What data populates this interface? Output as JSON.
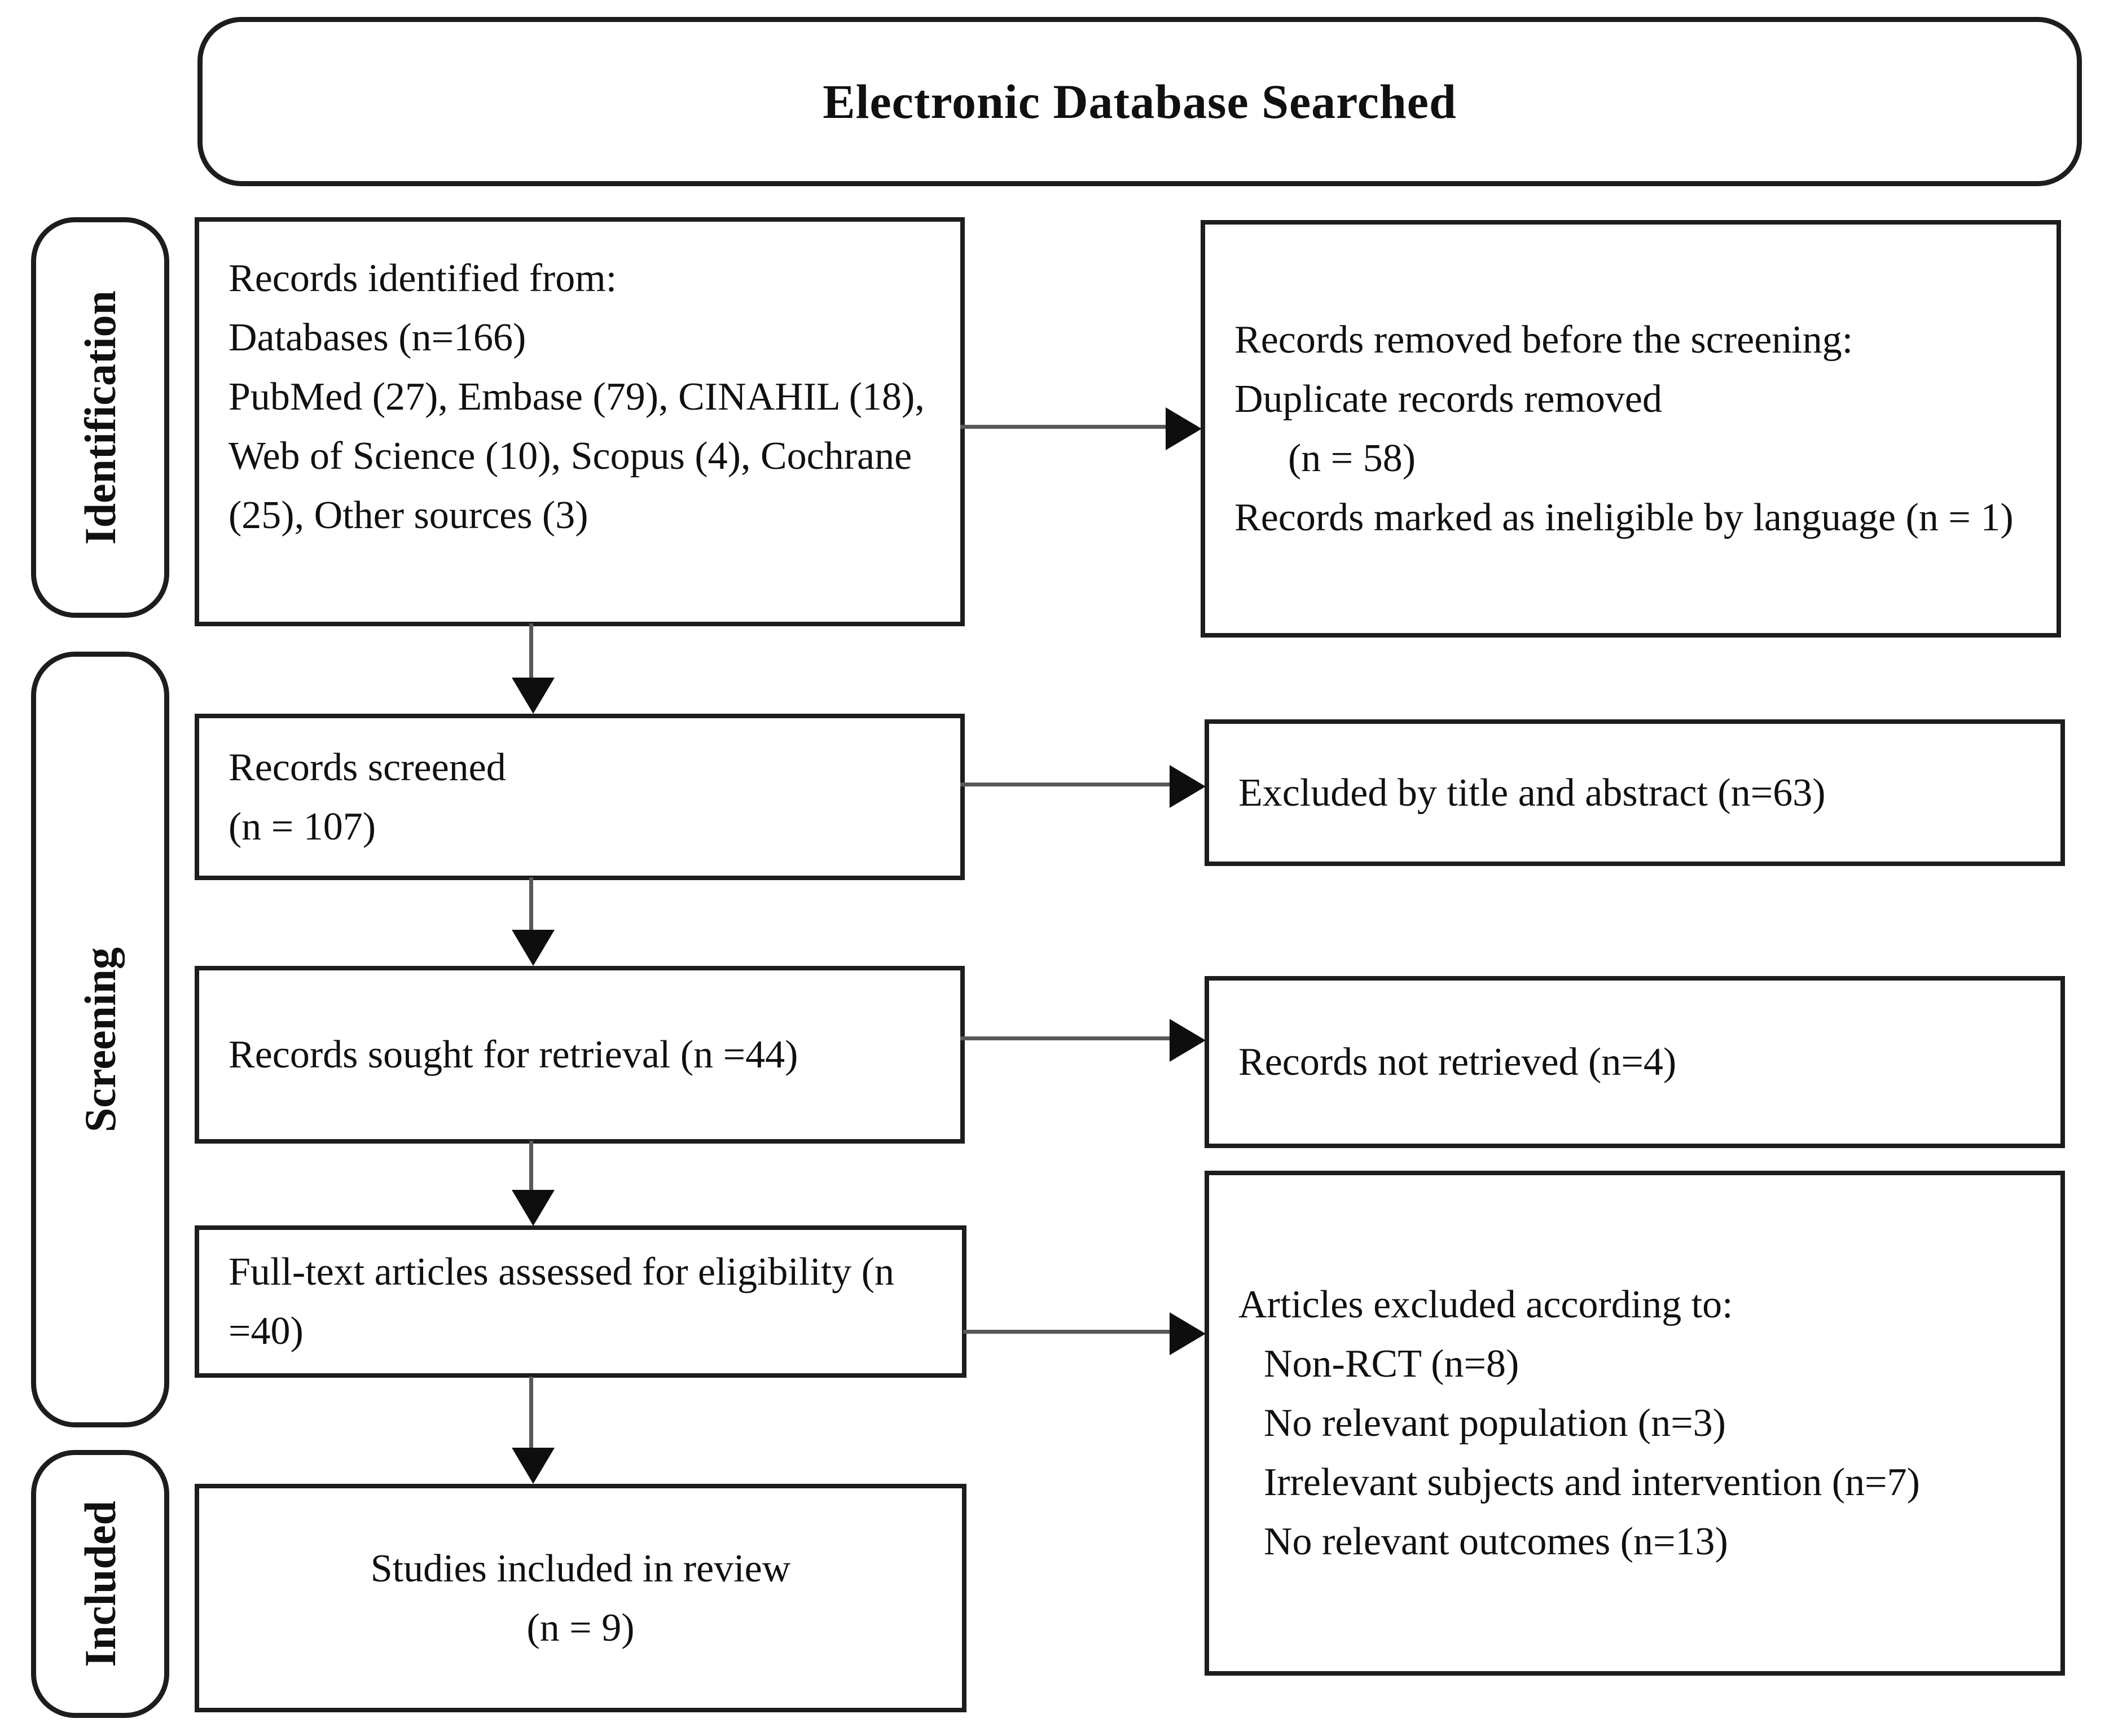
{
  "title": "Electronic Database Searched",
  "stages": {
    "identification": "Identification",
    "screening": "Screening",
    "included": "Included"
  },
  "boxes": {
    "records_identified": {
      "lines": [
        "Records identified from:",
        "Databases (n=166)",
        "PubMed (27), Embase (79), CINAHIL (18),",
        "Web of Science (10), Scopus (4), Cochrane",
        "(25), Other sources (3)"
      ]
    },
    "records_removed": {
      "lines": [
        "Records removed before the screening:",
        "Duplicate records removed",
        "(n = 58)",
        "Records marked as ineligible by language (n = 1)"
      ]
    },
    "records_screened": {
      "lines": [
        "Records screened",
        "(n = 107)"
      ]
    },
    "excluded_title_abstract": {
      "lines": [
        "Excluded by title and abstract (n=63)"
      ]
    },
    "records_sought": {
      "lines": [
        "Records sought for retrieval (n =44)"
      ]
    },
    "records_not_retrieved": {
      "lines": [
        "Records not retrieved (n=4)"
      ]
    },
    "fulltext_assessed": {
      "lines": [
        "Full-text articles assessed for eligibility (n",
        "=40)"
      ]
    },
    "articles_excluded": {
      "lines": [
        "Articles excluded according to:",
        "Non-RCT (n=8)",
        "No relevant population (n=3)",
        "Irrelevant subjects and intervention (n=7)",
        "No relevant outcomes (n=13)"
      ]
    },
    "studies_included": {
      "lines": [
        "Studies included in review",
        "(n = 9)"
      ]
    }
  },
  "colors": {
    "background": "#ffffff",
    "border": "#1d1d1d",
    "text": "#101010",
    "arrow_line": "#585858",
    "arrow_head": "#0e0e0e"
  }
}
